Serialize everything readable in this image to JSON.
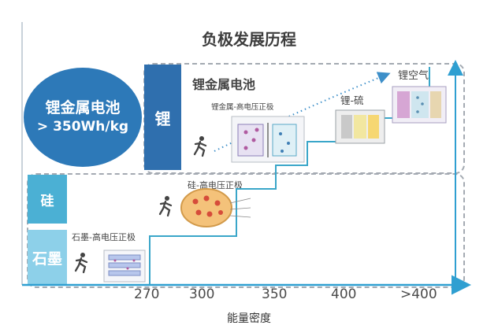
{
  "title": "负极发展历程",
  "circle": {
    "line1": "锂金属电池",
    "line2": "> 350Wh/kg"
  },
  "levels": {
    "lithium": {
      "label": "锂",
      "title": "锂金属电池",
      "subtitle": "锂金属-高电压正极"
    },
    "silicon": {
      "label": "硅",
      "subtitle": "硅-高电压正极"
    },
    "graphite": {
      "label": "石墨",
      "subtitle": "石墨-高电压正极"
    }
  },
  "stage_labels": {
    "li_s": "锂-硫",
    "li_air": "锂空气"
  },
  "x_axis": {
    "label": "能量密度",
    "ticks": [
      "270",
      "300",
      "350",
      "400",
      ">400"
    ]
  },
  "colors": {
    "circle": "#2d79b8",
    "lithium": "#2f6fae",
    "silicon": "#4bb0d4",
    "graphite": "#8dd0e9",
    "staircase": "#3aa6c9",
    "axis": "#2f9fd1",
    "dotted_arrow": "#3d8fc9"
  },
  "icons": [
    "runner-icon",
    "pizza-anode-icon",
    "cell-diagram-icon",
    "battery-icon"
  ]
}
